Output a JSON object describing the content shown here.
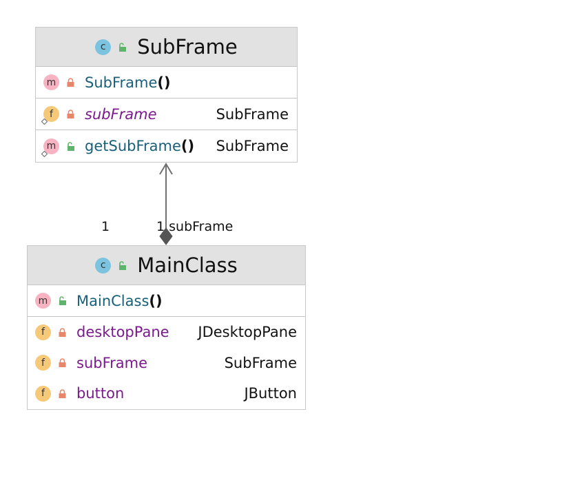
{
  "classes": {
    "subframe": {
      "name": "SubFrame",
      "constructor": {
        "name": "SubFrame",
        "parens": "()"
      },
      "field": {
        "name": "subFrame",
        "type": "SubFrame"
      },
      "method": {
        "name": "getSubFrame",
        "parens": "()",
        "type": "SubFrame"
      }
    },
    "mainclass": {
      "name": "MainClass",
      "constructor": {
        "name": "MainClass",
        "parens": "()"
      },
      "fields": [
        {
          "name": "desktopPane",
          "type": "JDesktopPane"
        },
        {
          "name": "subFrame",
          "type": "SubFrame"
        },
        {
          "name": "button",
          "type": "JButton"
        }
      ]
    }
  },
  "badges": {
    "class": "c",
    "method": "m",
    "field": "f"
  },
  "association": {
    "left_multiplicity": "1",
    "right_label": "1 subFrame",
    "kind": "composition"
  },
  "colors": {
    "header_bg": "#e2e2e2",
    "method_name": "#19607a",
    "field_name": "#7a1a8c",
    "public_icon": "#5fb46b",
    "private_icon": "#e8866a",
    "class_badge": "#7cc3e0",
    "method_badge": "#f7b3c2",
    "field_badge": "#f5c977"
  },
  "icons": {
    "class": "class-icon",
    "method": "method-icon",
    "field": "field-icon",
    "public": "public-visibility-icon",
    "private": "private-visibility-icon",
    "override": "override-icon"
  }
}
